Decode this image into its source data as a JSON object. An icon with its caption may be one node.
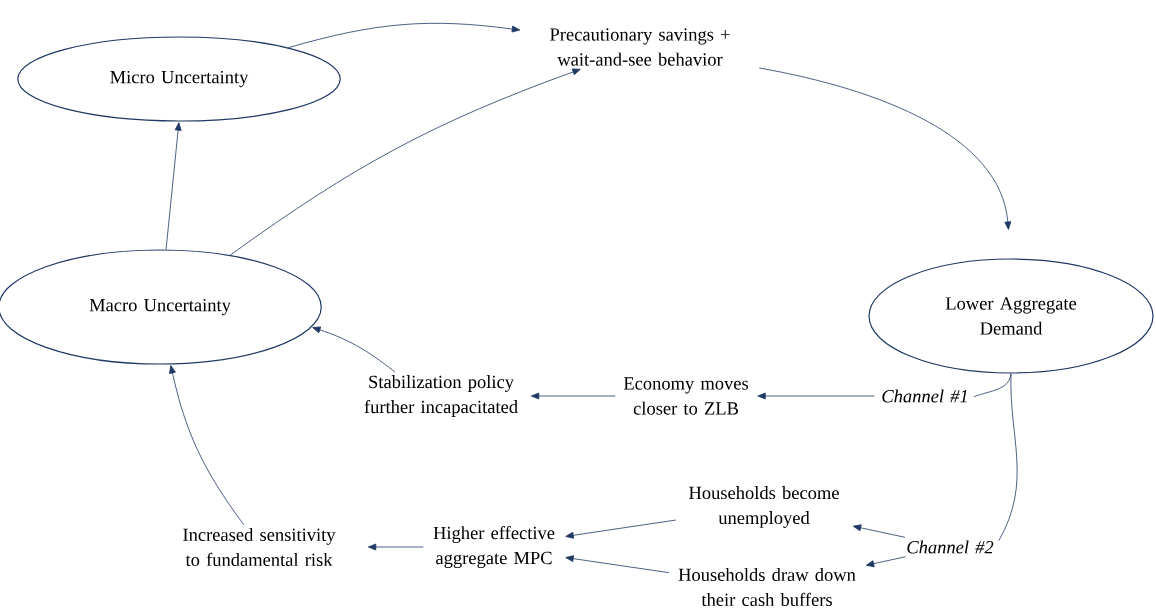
{
  "diagram": {
    "nodes": [
      {
        "text": [
          "Micro Uncertainty"
        ]
      },
      {
        "text": [
          "Precautionary savings + wait-and-see behavior"
        ]
      },
      {
        "text": [
          "Macro Uncertainty"
        ]
      },
      {
        "text": [
          "Lower Aggregate Demand"
        ]
      },
      {
        "text": [
          "Stabilization policy further incapacitated"
        ]
      },
      {
        "text": [
          "Economy moves closer to ZLB"
        ]
      },
      {
        "text": [
          "Channel #1"
        ]
      },
      {
        "text": [
          "Households become unemployed"
        ]
      },
      {
        "text": [
          "Channel #2"
        ]
      },
      {
        "text": [
          "Households draw down their cash buffers"
        ]
      },
      {
        "text": [
          "Higher effective aggregate MPC"
        ]
      },
      {
        "text": [
          "Increased sensitivity to fundamental risk"
        ]
      }
    ],
    "edges": [
      {
        "from": 0,
        "to": 1,
        "arrow": "to"
      },
      {
        "from": 2,
        "to": 1,
        "arrow": "to"
      },
      {
        "from": 2,
        "to": 0,
        "arrow": "to"
      },
      {
        "from": 1,
        "to": 3,
        "arrow": "to"
      },
      {
        "from": 3,
        "to": 6,
        "arrow": "none"
      },
      {
        "from": 3,
        "to": 8,
        "arrow": "none"
      },
      {
        "from": 6,
        "to": 5,
        "arrow": "to"
      },
      {
        "from": 5,
        "to": 4,
        "arrow": "to"
      },
      {
        "from": 4,
        "to": 2,
        "arrow": "to"
      },
      {
        "from": 8,
        "to": 7,
        "arrow": "to"
      },
      {
        "from": 8,
        "to": 9,
        "arrow": "to"
      },
      {
        "from": 7,
        "to": 10,
        "arrow": "to"
      },
      {
        "from": 9,
        "to": 10,
        "arrow": "to"
      },
      {
        "from": 10,
        "to": 11,
        "arrow": "to"
      },
      {
        "from": 11,
        "to": 2,
        "arrow": "to"
      }
    ]
  }
}
